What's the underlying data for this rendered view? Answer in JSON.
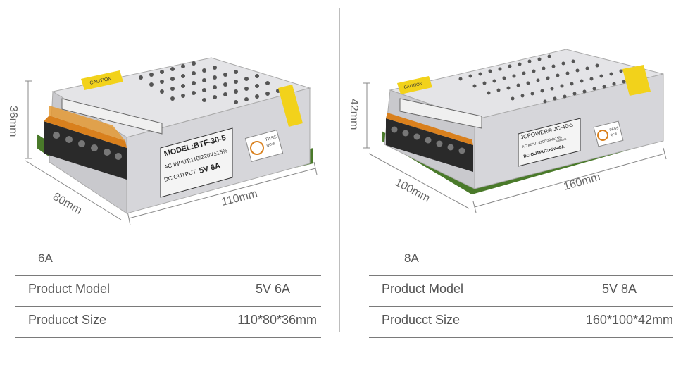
{
  "products": [
    {
      "variant": "6A",
      "specs": [
        {
          "label": "Product Model",
          "value": "5V 6A"
        },
        {
          "label": "Producct Size",
          "value": "110*80*36mm"
        }
      ],
      "dimensions": {
        "height": "36mm",
        "width": "80mm",
        "length": "110mm"
      },
      "device_label": {
        "model": "MODEL:BTF-30-5",
        "input": "AC INPUT:110/220V±15%",
        "output_prefix": "DC OUTPUT:",
        "output_value": "5V 6A",
        "pass": "PASS",
        "qc": "QC:8",
        "caution": "CAUTION"
      }
    },
    {
      "variant": "8A",
      "specs": [
        {
          "label": "Product Model",
          "value": "5V 8A"
        },
        {
          "label": "Producct Size",
          "value": "160*100*42mm"
        }
      ],
      "dimensions": {
        "height": "42mm",
        "width": "100mm",
        "length": "160mm"
      },
      "device_label": {
        "model": "JCPOWER® JC-40-5",
        "input": "AC INPUT:110/220V±15%",
        "freq": "50/60Hz",
        "output": "DC OUTPUT:+5V⎓8A",
        "pass": "PASS",
        "qc": "QC:8",
        "caution": "CAUTION"
      }
    }
  ],
  "colors": {
    "metal": "#d9d9dc",
    "terminal": "#d9801d",
    "pcb": "#4a7a2a",
    "caution": "#f2d21b",
    "text": "#555555",
    "rule": "#7a7a7a"
  }
}
